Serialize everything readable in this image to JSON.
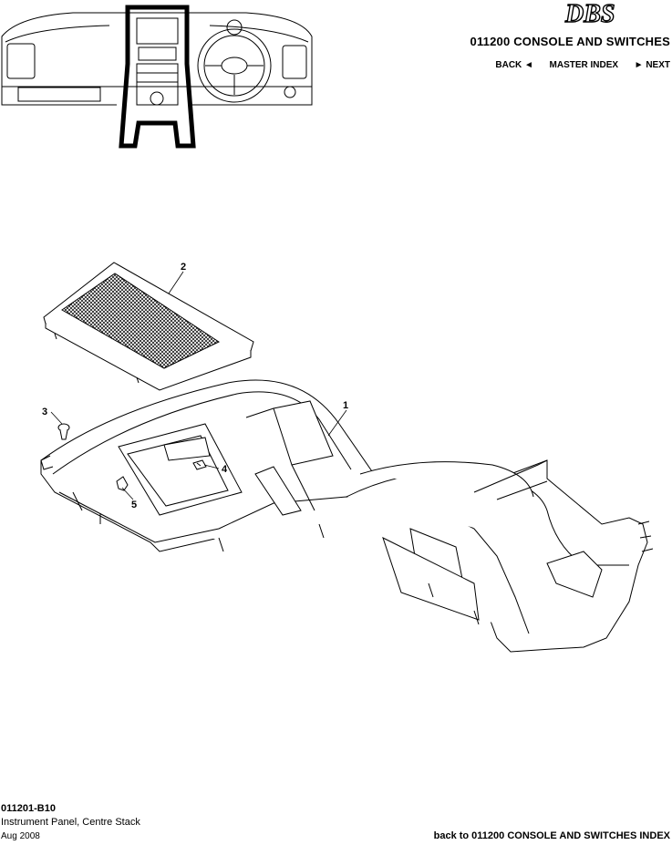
{
  "header": {
    "logo_text": "DBS",
    "section_title": "011200 CONSOLE AND SWITCHES",
    "nav": {
      "back_label": "BACK ◄",
      "master_index_label": "MASTER INDEX",
      "next_label": "► NEXT"
    }
  },
  "diagram": {
    "callouts": [
      "1",
      "2",
      "3",
      "4",
      "5"
    ]
  },
  "footer": {
    "part_code": "011201-B10",
    "description": "Instrument Panel, Centre Stack",
    "date": "Aug 2008",
    "back_link": "back to 011200 CONSOLE AND SWITCHES INDEX"
  },
  "colors": {
    "ink": "#000000",
    "highlight": "#000000",
    "background": "#ffffff"
  }
}
